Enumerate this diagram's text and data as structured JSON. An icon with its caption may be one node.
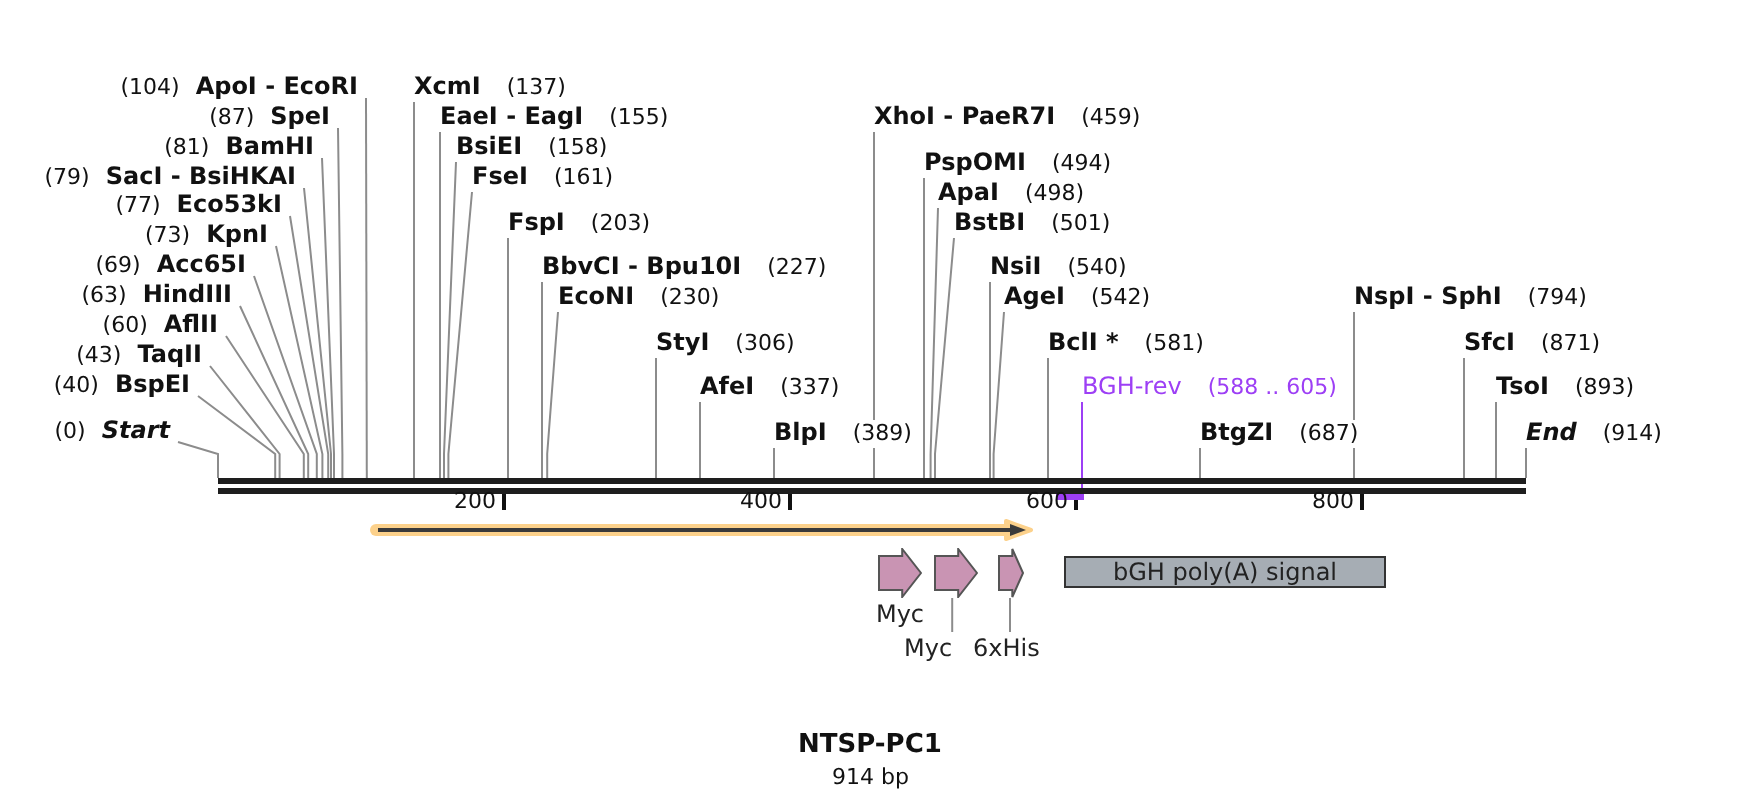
{
  "diagram": {
    "title": "NTSP-PC1",
    "caption": "914 bp",
    "nodes": [
      {
        "text": [
          "(0)",
          "Start"
        ]
      },
      {
        "text": [
          "(40)",
          "BspEI"
        ]
      },
      {
        "text": [
          "(43)",
          "TaqII"
        ]
      },
      {
        "text": [
          "(60)",
          "AflII"
        ]
      },
      {
        "text": [
          "(63)",
          "HindIII"
        ]
      },
      {
        "text": [
          "(69)",
          "Acc65I"
        ]
      },
      {
        "text": [
          "(73)",
          "KpnI"
        ]
      },
      {
        "text": [
          "(77)",
          "Eco53kI"
        ]
      },
      {
        "text": [
          "(79)",
          "SacI - BsiHKAI"
        ]
      },
      {
        "text": [
          "(81)",
          "BamHI"
        ]
      },
      {
        "text": [
          "(87)",
          "SpeI"
        ]
      },
      {
        "text": [
          "(104)",
          "ApoI - EcoRI"
        ]
      },
      {
        "text": [
          "XcmI",
          "(137)"
        ]
      },
      {
        "text": [
          "EaeI - EagI",
          "(155)"
        ]
      },
      {
        "text": [
          "BsiEI",
          "(158)"
        ]
      },
      {
        "text": [
          "FseI",
          "(161)"
        ]
      },
      {
        "text": [
          "FspI",
          "(203)"
        ]
      },
      {
        "text": [
          "BbvCI - Bpu10I",
          "(227)"
        ]
      },
      {
        "text": [
          "EcoNI",
          "(230)"
        ]
      },
      {
        "text": [
          "StyI",
          "(306)"
        ]
      },
      {
        "text": [
          "AfeI",
          "(337)"
        ]
      },
      {
        "text": [
          "BlpI",
          "(389)"
        ]
      },
      {
        "text": [
          "XhoI - PaeR7I",
          "(459)"
        ]
      },
      {
        "text": [
          "PspOMI",
          "(494)"
        ]
      },
      {
        "text": [
          "ApaI",
          "(498)"
        ]
      },
      {
        "text": [
          "BstBI",
          "(501)"
        ]
      },
      {
        "text": [
          "NsiI",
          "(540)"
        ]
      },
      {
        "text": [
          "AgeI",
          "(542)"
        ]
      },
      {
        "text": [
          "BclI *",
          "(581)"
        ]
      },
      {
        "text": [
          "BGH-rev",
          "(588 .. 605)"
        ]
      },
      {
        "text": [
          "BtgZI",
          "(687)"
        ]
      },
      {
        "text": [
          "NspI - SphI",
          "(794)"
        ]
      },
      {
        "text": [
          "SfcI",
          "(871)"
        ]
      },
      {
        "text": [
          "TsoI",
          "(893)"
        ]
      },
      {
        "text": [
          "End",
          "(914)"
        ]
      },
      {
        "text": [],
        "shape": "bar"
      },
      {
        "text": [],
        "shape": "bar"
      },
      {
        "text": [],
        "shape": "arrow"
      },
      {
        "text": [
          "Myc"
        ]
      },
      {
        "text": [],
        "shape": "arrow"
      },
      {
        "text": [],
        "shape": "arrow"
      },
      {
        "text": [
          "bGH poly(A) signal"
        ]
      },
      {
        "text": [
          "Myc"
        ]
      },
      {
        "text": [
          "6xHis"
        ]
      }
    ],
    "edges": [
      {
        "from": 0,
        "to": 35,
        "arrow": "none"
      },
      {
        "from": 1,
        "to": 35,
        "arrow": "none"
      },
      {
        "from": 2,
        "to": 35,
        "arrow": "none"
      },
      {
        "from": 3,
        "to": 35,
        "arrow": "none"
      },
      {
        "from": 4,
        "to": 35,
        "arrow": "none"
      },
      {
        "from": 5,
        "to": 35,
        "arrow": "none"
      },
      {
        "from": 6,
        "to": 35,
        "arrow": "none"
      },
      {
        "from": 7,
        "to": 35,
        "arrow": "none"
      },
      {
        "from": 8,
        "to": 35,
        "arrow": "none"
      },
      {
        "from": 9,
        "to": 35,
        "arrow": "none"
      },
      {
        "from": 10,
        "to": 35,
        "arrow": "none"
      },
      {
        "from": 11,
        "to": 35,
        "arrow": "none"
      },
      {
        "from": 12,
        "to": 35,
        "arrow": "none"
      },
      {
        "from": 13,
        "to": 35,
        "arrow": "none"
      },
      {
        "from": 14,
        "to": 35,
        "arrow": "none"
      },
      {
        "from": 15,
        "to": 35,
        "arrow": "none"
      },
      {
        "from": 16,
        "to": 35,
        "arrow": "none"
      },
      {
        "from": 17,
        "to": 35,
        "arrow": "none"
      },
      {
        "from": 18,
        "to": 35,
        "arrow": "none"
      },
      {
        "from": 19,
        "to": 35,
        "arrow": "none"
      },
      {
        "from": 20,
        "to": 35,
        "arrow": "none"
      },
      {
        "from": 21,
        "to": 35,
        "arrow": "none"
      },
      {
        "from": 22,
        "to": 35,
        "arrow": "none"
      },
      {
        "from": 23,
        "to": 35,
        "arrow": "none"
      },
      {
        "from": 24,
        "to": 35,
        "arrow": "none"
      },
      {
        "from": 25,
        "to": 35,
        "arrow": "none"
      },
      {
        "from": 26,
        "to": 35,
        "arrow": "none"
      },
      {
        "from": 27,
        "to": 35,
        "arrow": "none"
      },
      {
        "from": 28,
        "to": 35,
        "arrow": "none"
      },
      {
        "from": 29,
        "to": 36,
        "arrow": "none",
        "color": "#9d3ff5"
      },
      {
        "from": 30,
        "to": 35,
        "arrow": "none"
      },
      {
        "from": 31,
        "to": 35,
        "arrow": "none"
      },
      {
        "from": 32,
        "to": 35,
        "arrow": "none"
      },
      {
        "from": 33,
        "to": 35,
        "arrow": "none"
      },
      {
        "from": 34,
        "to": 35,
        "arrow": "none"
      },
      {
        "from": 42,
        "to": 39,
        "arrow": "none"
      },
      {
        "from": 43,
        "to": 40,
        "arrow": "none"
      }
    ],
    "labels": [
      "200",
      "400",
      "600",
      "800"
    ]
  }
}
